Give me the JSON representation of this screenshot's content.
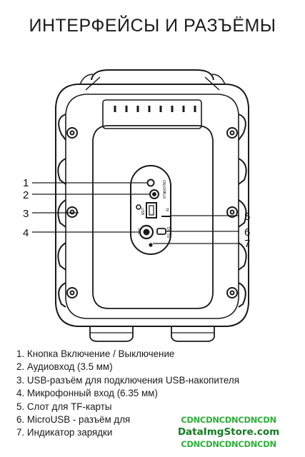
{
  "title": "ИНТЕРФЕЙСЫ И РАЗЪЁМЫ",
  "callouts": [
    "1",
    "2",
    "3",
    "4",
    "5",
    "6",
    "7"
  ],
  "panel_labels": {
    "power": "ON/OFF",
    "aux": "AUX",
    "usb": "USB",
    "tf": "TF",
    "mic": "MIC",
    "dc": "DC 5V"
  },
  "legend": [
    "1. Кнопка Включение / Выключение",
    "2. Аудиовход (3.5 мм)",
    "3. USB-разъём для подключения USB-накопителя",
    "4. Микрофонный вход (6.35 мм)",
    "5. Слот для TF-карты",
    "6. MicroUSB - разъём для",
    "7. Индикатор зарядки"
  ],
  "watermark": {
    "top": "CDNCDNCDNCDNCDN",
    "site": "DataImgStore.com",
    "bottom": "CDNCDNCDNCDNCDN"
  }
}
